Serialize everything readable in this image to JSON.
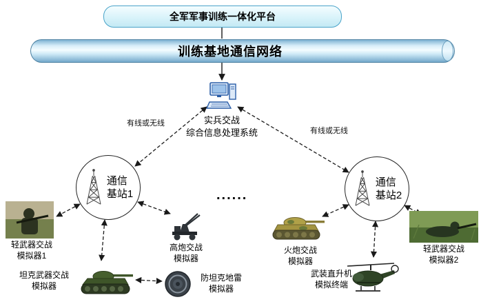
{
  "platform": {
    "label": "全军军事训练一体化平台"
  },
  "network": {
    "label": "训练基地通信网络"
  },
  "processor": {
    "label": "实兵交战\n综合信息处理系统"
  },
  "links": {
    "left_label": "有线或无线",
    "right_label": "有线或无线"
  },
  "stations": [
    {
      "label": "通信\n基站1"
    },
    {
      "label": "通信\n基站2"
    }
  ],
  "ellipsis": "......",
  "simulators": [
    {
      "id": "light-weapon-sim-1",
      "label": "轻武器交战\n模拟器1"
    },
    {
      "id": "tank-weapon-sim",
      "label": "坦克武器交战\n模拟器"
    },
    {
      "id": "aa-gun-sim",
      "label": "高炮交战\n模拟器"
    },
    {
      "id": "at-mine-sim",
      "label": "防坦克地雷\n模拟器"
    },
    {
      "id": "artillery-sim",
      "label": "火炮交战\n模拟器"
    },
    {
      "id": "helicopter-terminal",
      "label": "武装直升机\n模拟终端"
    },
    {
      "id": "light-weapon-sim-2",
      "label": "轻武器交战\n模拟器2"
    }
  ],
  "icons": {
    "processor": "computer-workstation-icon",
    "station": "lattice-tower-icon",
    "simulators": [
      "soldier-photo",
      "tank-photo",
      "aa-gun-photo",
      "mine-photo",
      "artillery-photo",
      "helicopter-photo",
      "soldier-photo"
    ]
  },
  "colors": {
    "pipe_blue": "#7fb3d3",
    "box_border_blue": "#49a3c9",
    "computer_blue": "#2b5ea7",
    "line_black": "#1a1a1a"
  }
}
